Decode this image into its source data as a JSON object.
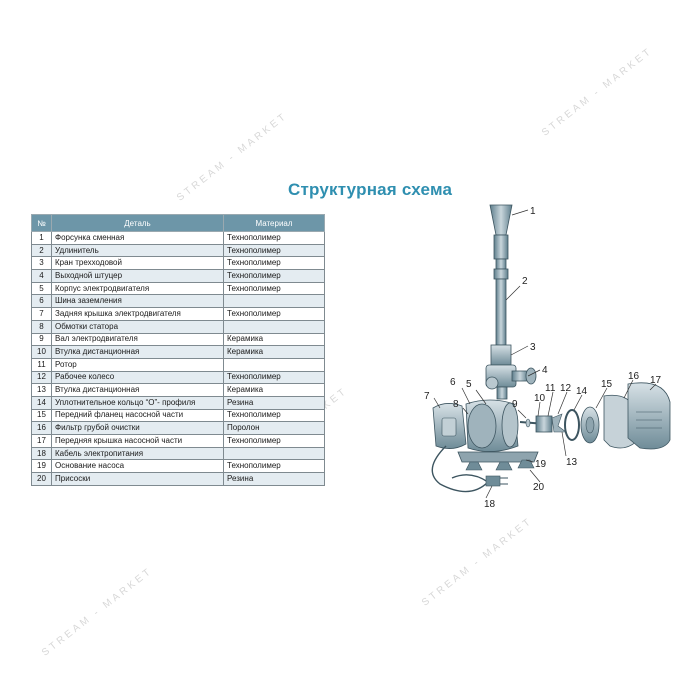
{
  "title": "Структурная схема",
  "table": {
    "headers": [
      "№",
      "Деталь",
      "Материал"
    ],
    "rows": [
      [
        "1",
        "Форсунка сменная",
        "Технополимер"
      ],
      [
        "2",
        "Удлинитель",
        "Технополимер"
      ],
      [
        "3",
        "Кран трехходовой",
        "Технополимер"
      ],
      [
        "4",
        "Выходной штуцер",
        "Технополимер"
      ],
      [
        "5",
        "Корпус электродвигателя",
        "Технополимер"
      ],
      [
        "6",
        "Шина заземления",
        ""
      ],
      [
        "7",
        "Задняя крышка электродвигателя",
        "Технополимер"
      ],
      [
        "8",
        "Обмотки статора",
        ""
      ],
      [
        "9",
        "Вал электродвигателя",
        "Керамика"
      ],
      [
        "10",
        "Втулка дистанционная",
        "Керамика"
      ],
      [
        "11",
        "Ротор",
        ""
      ],
      [
        "12",
        "Рабочее колесо",
        "Технополимер"
      ],
      [
        "13",
        "Втулка дистанционная",
        "Керамика"
      ],
      [
        "14",
        "Уплотнительное кольцо “О”- профиля",
        "Резина"
      ],
      [
        "15",
        "Передний фланец насосной части",
        "Технополимер"
      ],
      [
        "16",
        "Фильтр грубой очистки",
        "Поролон"
      ],
      [
        "17",
        "Передняя крышка насосной части",
        "Технополимер"
      ],
      [
        "18",
        "Кабель электропитания",
        ""
      ],
      [
        "19",
        "Основание насоса",
        "Технополимер"
      ],
      [
        "20",
        "Присоски",
        "Резина"
      ]
    ]
  },
  "watermark": "STREAM - MARKET",
  "labels": [
    "1",
    "2",
    "3",
    "4",
    "5",
    "6",
    "7",
    "8",
    "9",
    "10",
    "11",
    "12",
    "13",
    "14",
    "15",
    "16",
    "17",
    "18",
    "19",
    "20"
  ],
  "colors": {
    "title": "#2f8fb0",
    "header": "#6d96a8",
    "stripe": "#e4ecf1",
    "part": "#7f9aa6"
  }
}
